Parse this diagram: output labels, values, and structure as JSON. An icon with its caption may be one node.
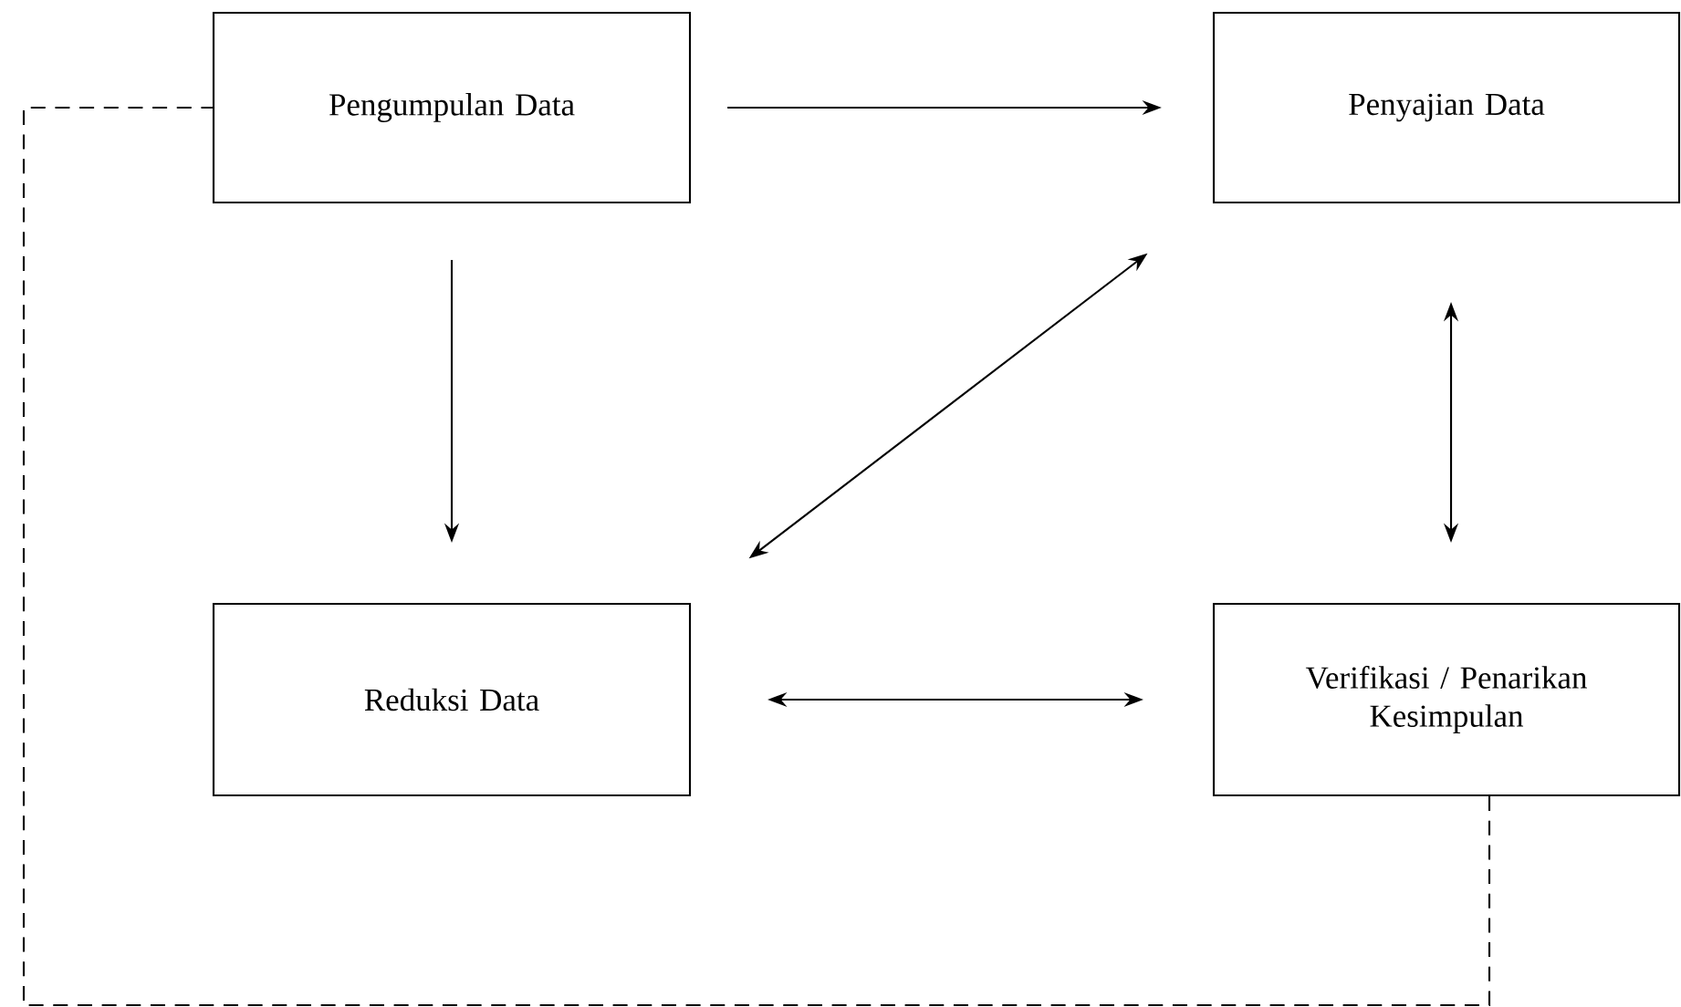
{
  "diagram": {
    "nodes": [
      {
        "text": [
          "Pengumpulan Data"
        ]
      },
      {
        "text": [
          "Penyajian Data"
        ]
      },
      {
        "text": [
          "Reduksi Data"
        ]
      },
      {
        "text": [
          "Verifikasi / Penarikan Kesimpulan"
        ]
      }
    ],
    "edges": [
      {
        "from": 0,
        "to": 1,
        "arrow": "to"
      },
      {
        "from": 0,
        "to": 2,
        "arrow": "to"
      },
      {
        "from": 2,
        "to": 1,
        "arrow": "both"
      },
      {
        "from": 1,
        "to": 3,
        "arrow": "both"
      },
      {
        "from": 2,
        "to": 3,
        "arrow": "both"
      },
      {
        "from": 3,
        "to": 0,
        "arrow": "none",
        "style": "dashed"
      }
    ]
  }
}
